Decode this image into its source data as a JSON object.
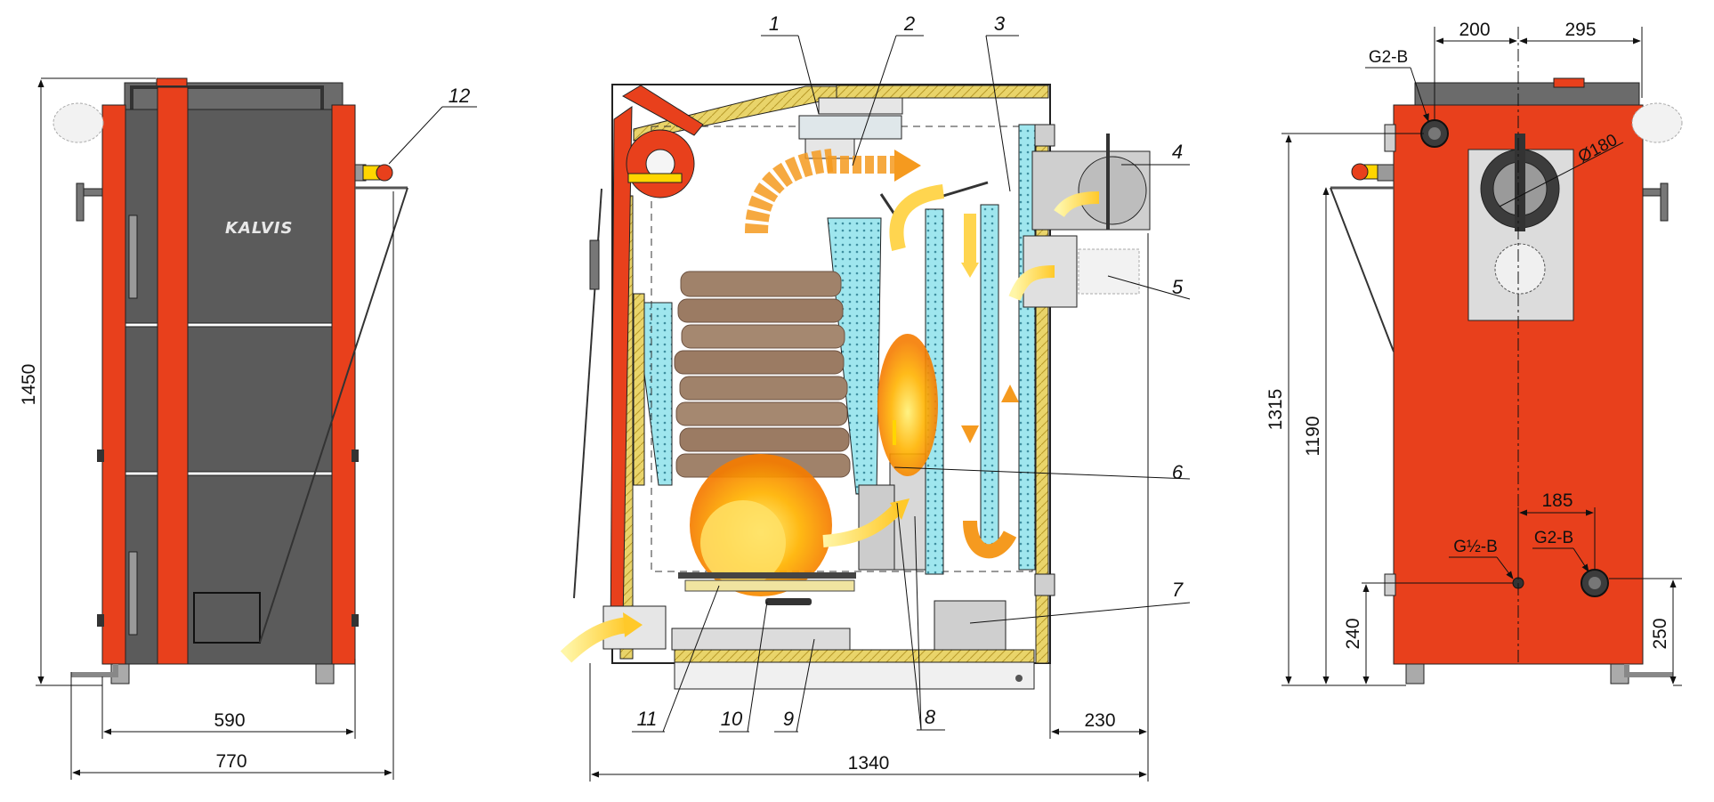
{
  "brand": "KALVIS",
  "front_view": {
    "height_dim": "1450",
    "width_inner_dim": "590",
    "width_outer_dim": "770",
    "callout_12": "12"
  },
  "section_view": {
    "callouts": [
      "1",
      "2",
      "3",
      "4",
      "5",
      "6",
      "7",
      "8",
      "9",
      "10",
      "11"
    ],
    "depth_dim": "1340",
    "flue_depth_dim": "230"
  },
  "rear_view": {
    "top_left_dim": "200",
    "top_right_dim": "295",
    "outlet_label": "G2-B",
    "flue_diameter": "Ø180",
    "height_1315": "1315",
    "height_1190": "1190",
    "spacing_185": "185",
    "inlet_small_label": "G½-B",
    "inlet_label": "G2-B",
    "height_240": "240",
    "height_250": "250"
  },
  "colors": {
    "body_red": "#e8401c",
    "panel_gray": "#5b5b5b",
    "insulation_yellow": "#e9d46a",
    "water_cyan": "#9fe6ee",
    "fire_orange": "#f59a1f",
    "wood_brown": "#a0826a"
  }
}
